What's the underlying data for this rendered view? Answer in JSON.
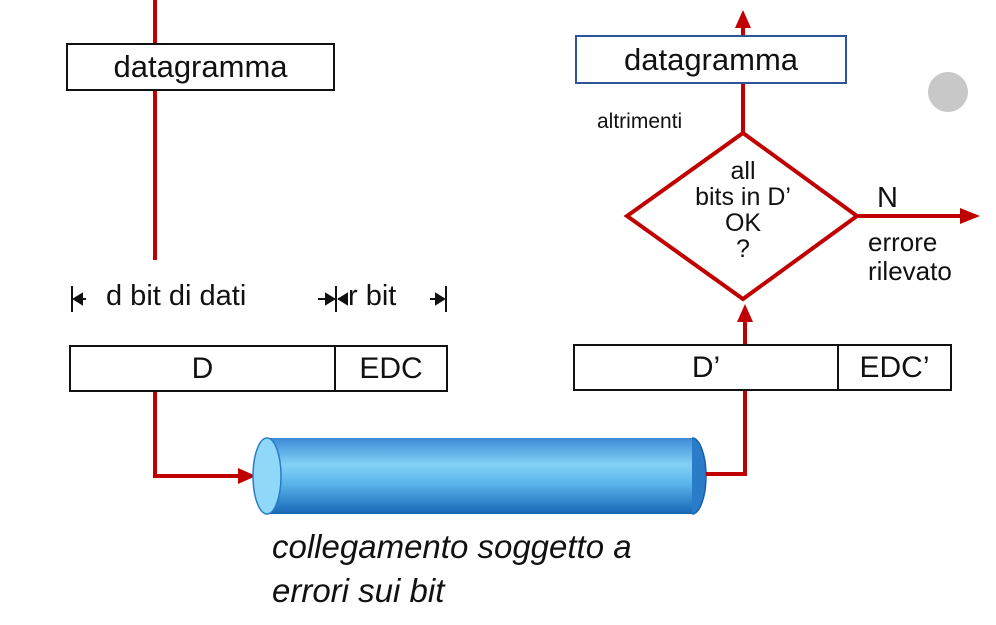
{
  "sender": {
    "datagram_label": "datagramma",
    "bit_range_label": "d bit di dati",
    "r_bit_label": "r bit",
    "frame_data_label": "D",
    "frame_edc_label": "EDC"
  },
  "receiver": {
    "datagram_label": "datagramma",
    "otherwise_label": "altrimenti",
    "decision_lines": [
      "all",
      "bits in D’",
      "OK",
      "?"
    ],
    "no_label": "N",
    "error_line1": "errore",
    "error_line2": "rilevato",
    "frame_data_label": "D’",
    "frame_edc_label": "EDC’"
  },
  "link": {
    "caption_line1": "collegamento soggetto a",
    "caption_line2": "errori sui bit"
  },
  "colors": {
    "flow_line": "#c00000",
    "box_border": "#111111",
    "datagram_border_right": "#2f5496",
    "cylinder_light": "#7dcdf3",
    "cylinder_dark": "#1a6fbf",
    "gray_dot": "#c8c8c8"
  }
}
